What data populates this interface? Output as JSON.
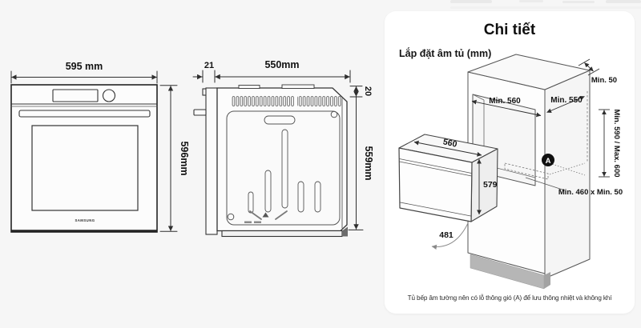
{
  "front_view": {
    "width_label": "595 mm",
    "height_label": "596mm",
    "brand": "SAMSUNG"
  },
  "side_view": {
    "door_label": "21",
    "depth_label": "550mm",
    "top_label": "20",
    "height_label": "559mm"
  },
  "detail_panel": {
    "title": "Chi tiết",
    "subtitle": "Lắp đặt âm tủ (mm)",
    "dimensions": {
      "top_gap": "Min. 50",
      "niche_width": "Min. 560",
      "niche_depth": "Min. 550",
      "niche_height": "Min. 590 / Max. 600",
      "vent_size": "Min. 460 x Min. 50",
      "oven_width": "560",
      "oven_height": "579",
      "door_open": "481",
      "vent_marker": "A"
    },
    "note": "Tủ bếp âm tường nên có lỗ thông gió (A) để lưu thông nhiệt và không khí",
    "colors": {
      "line": "#333333",
      "plinth": "#b6b6b6"
    }
  }
}
